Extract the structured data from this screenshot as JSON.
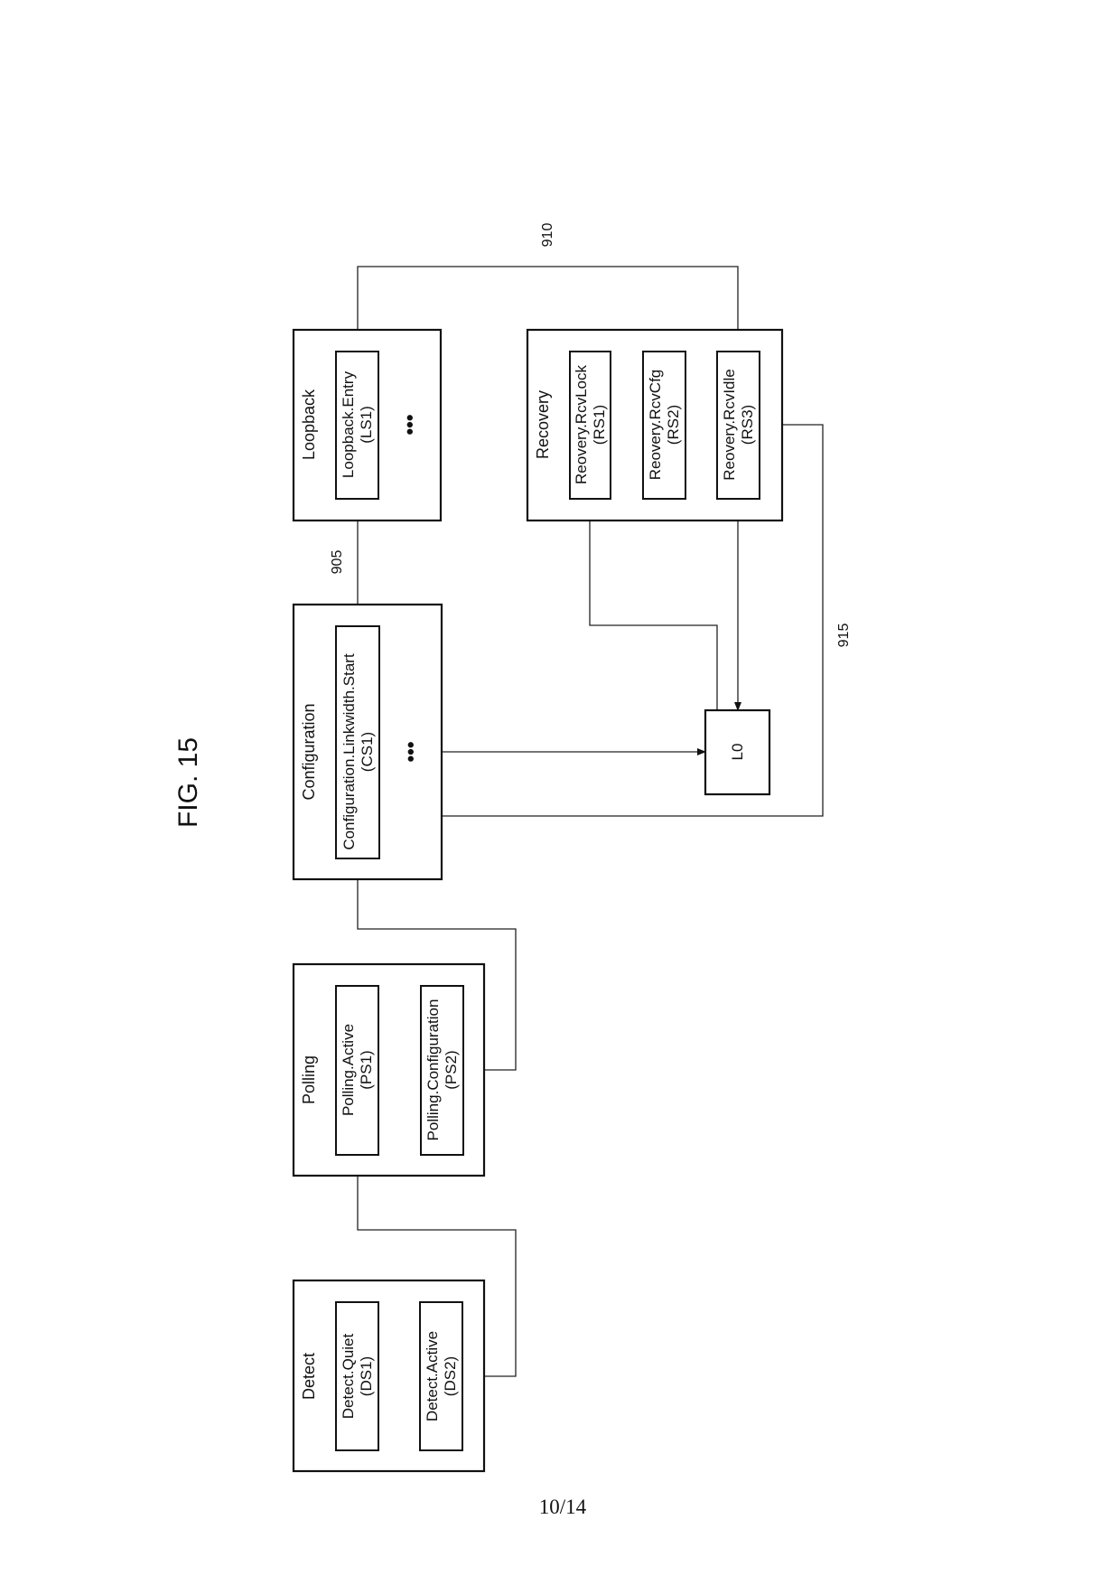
{
  "figure_title": "FIG. 15",
  "page_number": "10/14",
  "groups": {
    "detect": {
      "label": "Detect",
      "states": [
        {
          "name": "Detect.Quiet",
          "code": "(DS1)"
        },
        {
          "name": "Detect.Active",
          "code": "(DS2)"
        }
      ]
    },
    "polling": {
      "label": "Polling",
      "states": [
        {
          "name": "Polling.Active",
          "code": "(PS1)"
        },
        {
          "name": "Polling.Configuration",
          "code": "(PS2)"
        }
      ]
    },
    "configuration": {
      "label": "Configuration",
      "states": [
        {
          "name": "Configuration.Linkwidth.Start",
          "code": "(CS1)"
        }
      ],
      "more": "..."
    },
    "loopback": {
      "label": "Loopback",
      "states": [
        {
          "name": "Loopback.Entry",
          "code": "(LS1)"
        }
      ],
      "more": "..."
    },
    "recovery": {
      "label": "Recovery",
      "states": [
        {
          "name": "Reovery.RcvLock",
          "code": "(RS1)"
        },
        {
          "name": "Reovery.RcvCfg",
          "code": "(RS2)"
        },
        {
          "name": "Reovery.RcvIdle",
          "code": "(RS3)"
        }
      ]
    }
  },
  "l0": {
    "label": "L0"
  },
  "refs": {
    "r905": "905",
    "r910": "910",
    "r915": "915"
  }
}
